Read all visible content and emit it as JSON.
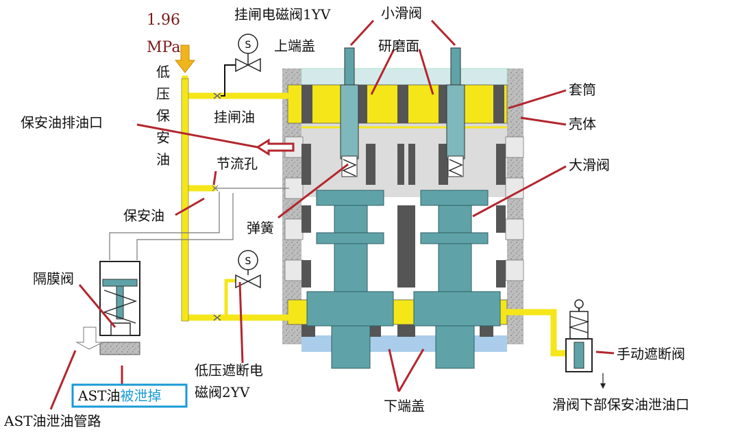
{
  "pressure": {
    "value": "1.96",
    "unit": "MPa"
  },
  "labels": {
    "trip_solenoid": "挂闸电磁阀1YV",
    "pilot_valve": "小滑阀",
    "upper_cover": "上端盖",
    "grinding_surface": "研磨面",
    "low_pressure_safety_oil": [
      "低",
      "压",
      "保",
      "安",
      "油"
    ],
    "trip_oil": "挂闸油",
    "sleeve": "套筒",
    "housing": "壳体",
    "safety_oil_drain": "保安油排油口",
    "orifice": "节流孔",
    "main_spool": "大滑阀",
    "safety_oil": "保安油",
    "spring": "弹簧",
    "diaphragm_valve": "隔膜阀",
    "lp_cutoff_solenoid_line1": "低压遮断电",
    "lp_cutoff_solenoid_line2": "磁阀2YV",
    "lower_cover": "下端盖",
    "manual_trip_valve": "手动遮断阀",
    "spool_lower_drain": "滑阀下部保安油泄油口",
    "ast_drain_line": "AST油泄油管路",
    "ast_oil_prefix": "AST油",
    "ast_oil_suffix": "被泄掉",
    "solenoid_symbol": "S"
  },
  "colors": {
    "oil_yellow": "#f5e61a",
    "steel": "#5fa3a8",
    "housing_gray": "#bdbdbd",
    "cover_top": "#d4eaea",
    "cover_bottom": "#a9cdea",
    "leader_red": "#b3262e",
    "arrow_orange": "#f0b41c",
    "highlight_blue": "#1a9ad6"
  }
}
